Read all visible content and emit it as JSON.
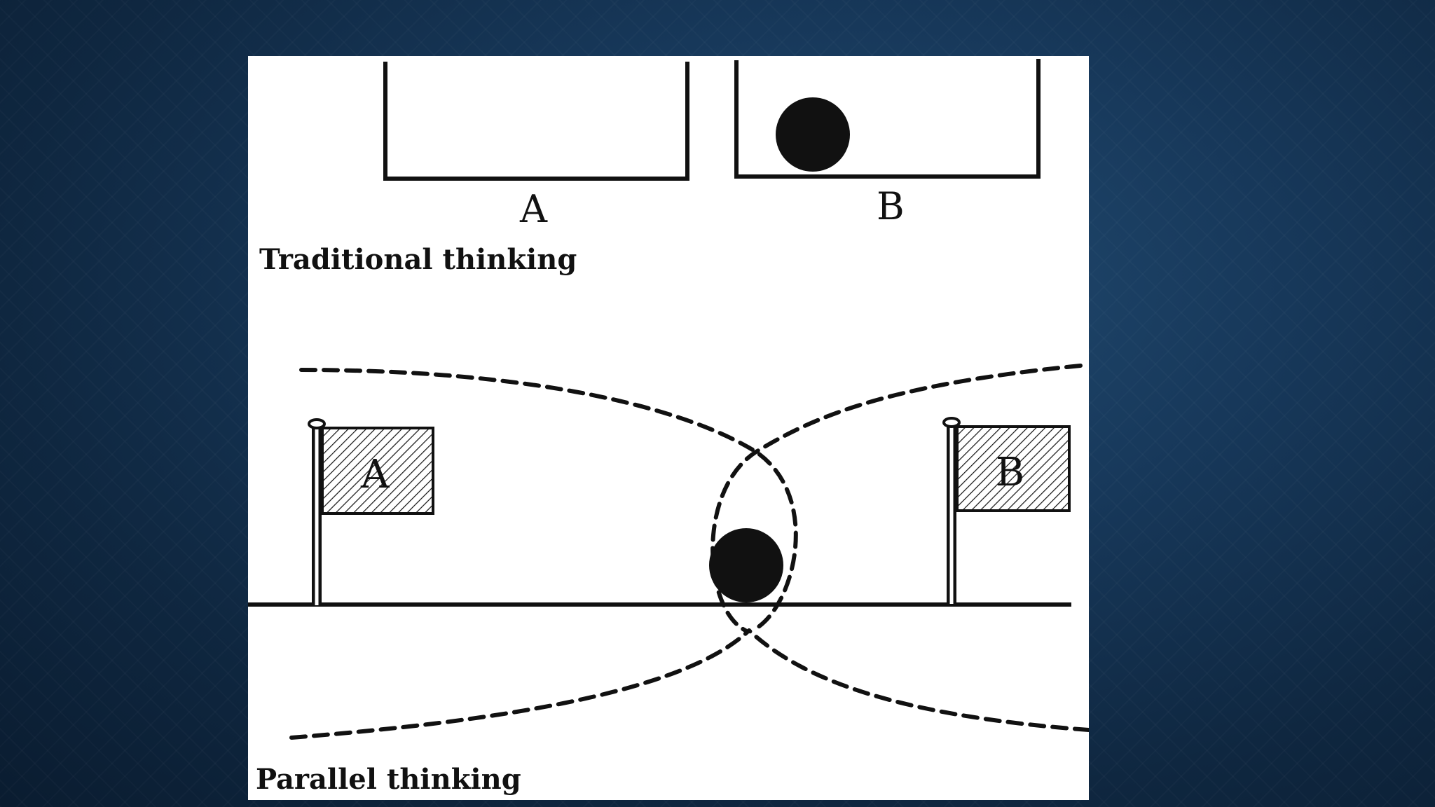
{
  "diagram": {
    "top": {
      "box_a_label": "A",
      "box_b_label": "B",
      "caption": "Traditional thinking"
    },
    "bottom": {
      "flag_a_label": "A",
      "flag_b_label": "B",
      "caption": "Parallel thinking"
    }
  },
  "colors": {
    "panel": "#ffffff",
    "ink": "#111111",
    "background": "#14324f"
  },
  "icons": [
    "flag-icon",
    "ball-icon"
  ]
}
